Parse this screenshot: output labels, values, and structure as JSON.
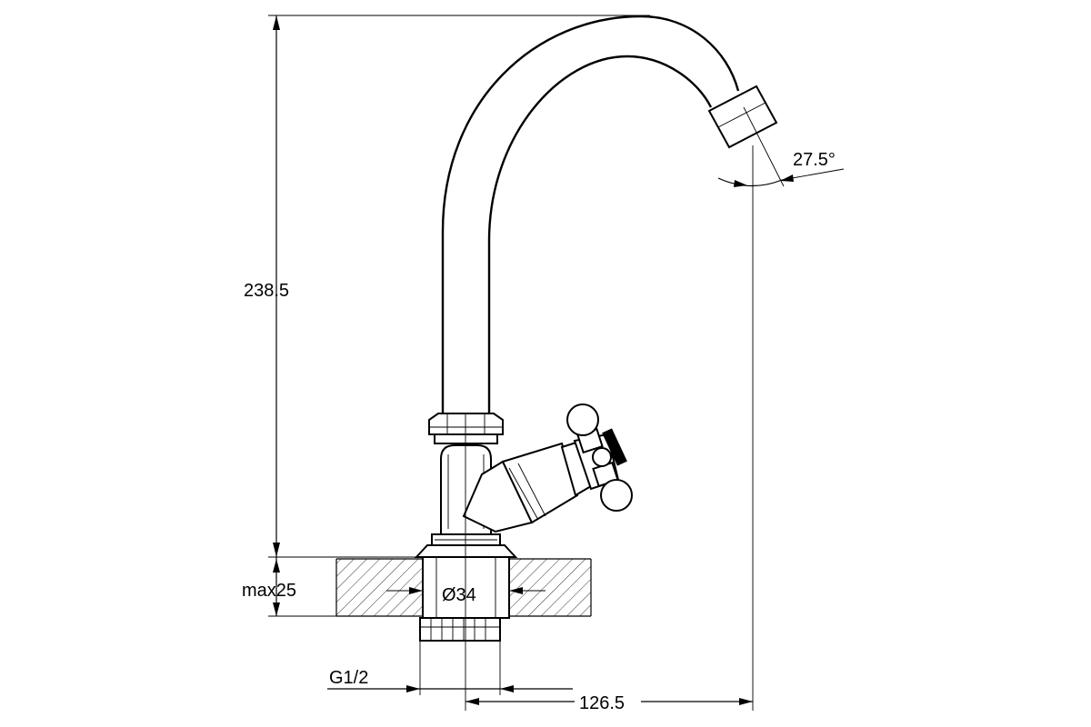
{
  "dimensions": {
    "height": "238.5",
    "mount_thickness": "max25",
    "diameter": "Ø34",
    "thread": "G1/2",
    "reach": "126.5",
    "angle": "27.5°"
  }
}
